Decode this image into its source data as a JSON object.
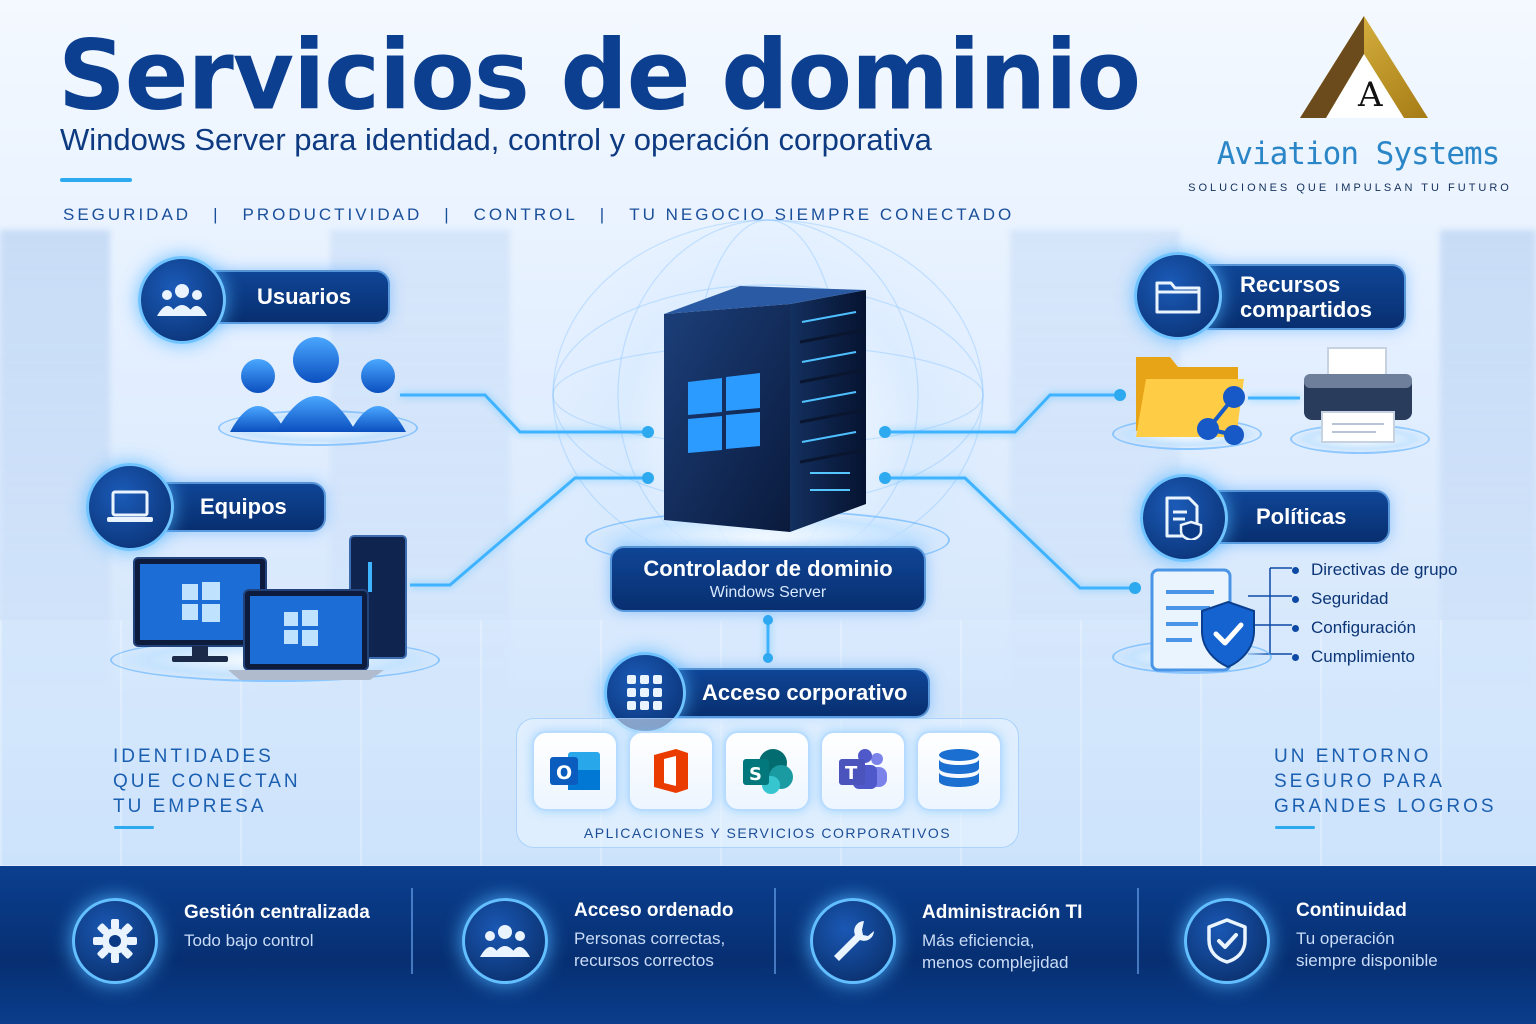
{
  "header": {
    "title": "Servicios de dominio",
    "subtitle": "Windows Server para identidad, control y operación corporativa",
    "tagline": [
      "SEGURIDAD",
      "PRODUCTIVIDAD",
      "CONTROL",
      "TU NEGOCIO SIEMPRE CONECTADO"
    ],
    "tagline_separator": "|"
  },
  "brand": {
    "logo_letter": "A",
    "name": "Aviation Systems",
    "slogan": "SOLUCIONES QUE IMPULSAN TU FUTURO",
    "colors": {
      "gold": "#c9a227",
      "brown": "#6b4a1c",
      "blue": "#2a86c6"
    }
  },
  "diagram": {
    "center": {
      "title": "Controlador de dominio",
      "subtitle": "Windows Server",
      "icon": "server-tower-icon"
    },
    "nodes": {
      "users": {
        "label": "Usuarios",
        "icon": "users-icon"
      },
      "devices": {
        "label": "Equipos",
        "icon": "laptop-icon"
      },
      "resources": {
        "label_line1": "Recursos",
        "label_line2": "compartidos",
        "icon": "folder-icon"
      },
      "policies": {
        "label": "Políticas",
        "icon": "policy-document-icon",
        "items": [
          "Directivas de grupo",
          "Seguridad",
          "Configuración",
          "Cumplimiento"
        ]
      },
      "access": {
        "label": "Acceso corporativo",
        "icon": "app-grid-icon"
      }
    },
    "apps": {
      "caption": "APLICACIONES Y SERVICIOS CORPORATIVOS",
      "tiles": [
        {
          "name": "outlook-icon",
          "letter": "O",
          "color": "#0a64c8"
        },
        {
          "name": "office-icon",
          "letter": "",
          "color": "#e8481c"
        },
        {
          "name": "sharepoint-icon",
          "letter": "S",
          "color": "#038387"
        },
        {
          "name": "teams-icon",
          "letter": "T",
          "color": "#5558af"
        },
        {
          "name": "database-icon",
          "letter": "",
          "color": "#1a6fd1"
        }
      ]
    }
  },
  "side_left": {
    "lines": [
      "IDENTIDADES",
      "QUE CONECTAN",
      "TU EMPRESA"
    ]
  },
  "side_right": {
    "lines": [
      "UN ENTORNO",
      "SEGURO PARA",
      "GRANDES LOGROS"
    ]
  },
  "footer": {
    "items": [
      {
        "title": "Gestión centralizada",
        "desc1": "Todo bajo control",
        "desc2": "",
        "icon": "gear-icon"
      },
      {
        "title": "Acceso ordenado",
        "desc1": "Personas correctas,",
        "desc2": "recursos correctos",
        "icon": "users-icon"
      },
      {
        "title": "Administración TI",
        "desc1": "Más eficiencia,",
        "desc2": "menos complejidad",
        "icon": "wrench-icon"
      },
      {
        "title": "Continuidad",
        "desc1": "Tu operación",
        "desc2": "siempre disponible",
        "icon": "shield-check-icon"
      }
    ]
  }
}
